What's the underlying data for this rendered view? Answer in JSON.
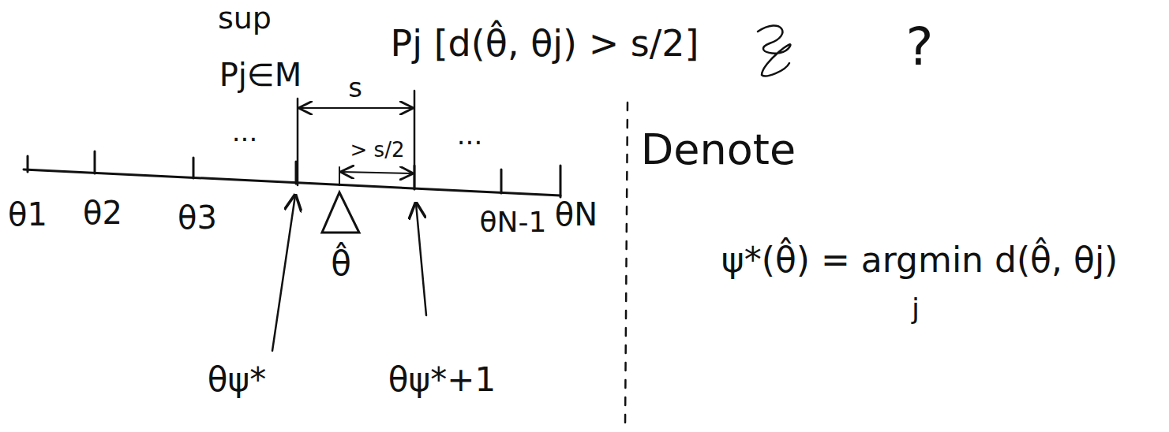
{
  "diagram": {
    "labels": [
      "sup",
      "Pj∈M",
      "Pj [d(θ̂, θj) > s/2]",
      "?",
      "s",
      "> s/2",
      "...",
      "...",
      "θ1",
      "θ2",
      "θ3",
      "θN-1",
      "θN",
      "θ̂",
      "θψ*",
      "θψ*+1",
      "Denote",
      "ψ*(θ̂) = argmin d(θ̂, θj)",
      "j"
    ]
  }
}
